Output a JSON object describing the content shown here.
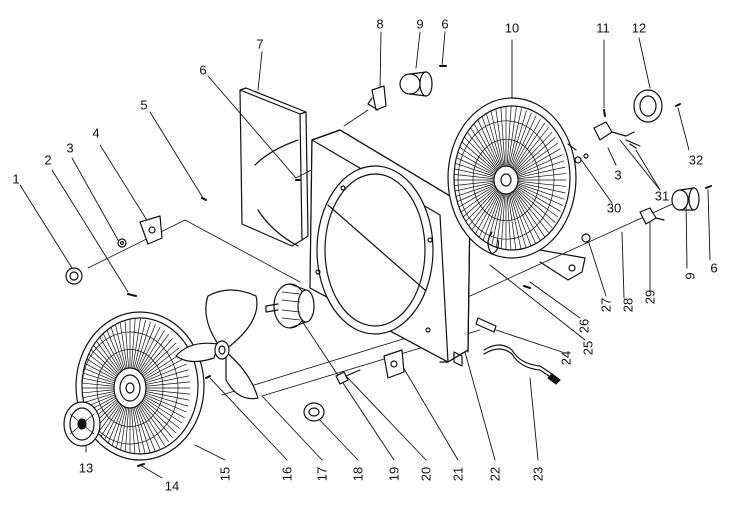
{
  "callouts": [
    "1",
    "2",
    "3",
    "4",
    "5",
    "6",
    "7",
    "8",
    "9",
    "6",
    "10",
    "11",
    "12",
    "3",
    "30",
    "31",
    "32",
    "9",
    "6",
    "27",
    "28",
    "29",
    "26",
    "25",
    "24",
    "23",
    "22",
    "21",
    "20",
    "19",
    "18",
    "17",
    "16",
    "15",
    "14",
    "13"
  ],
  "colors": {
    "ink": "#111111",
    "paper": "#ffffff"
  }
}
